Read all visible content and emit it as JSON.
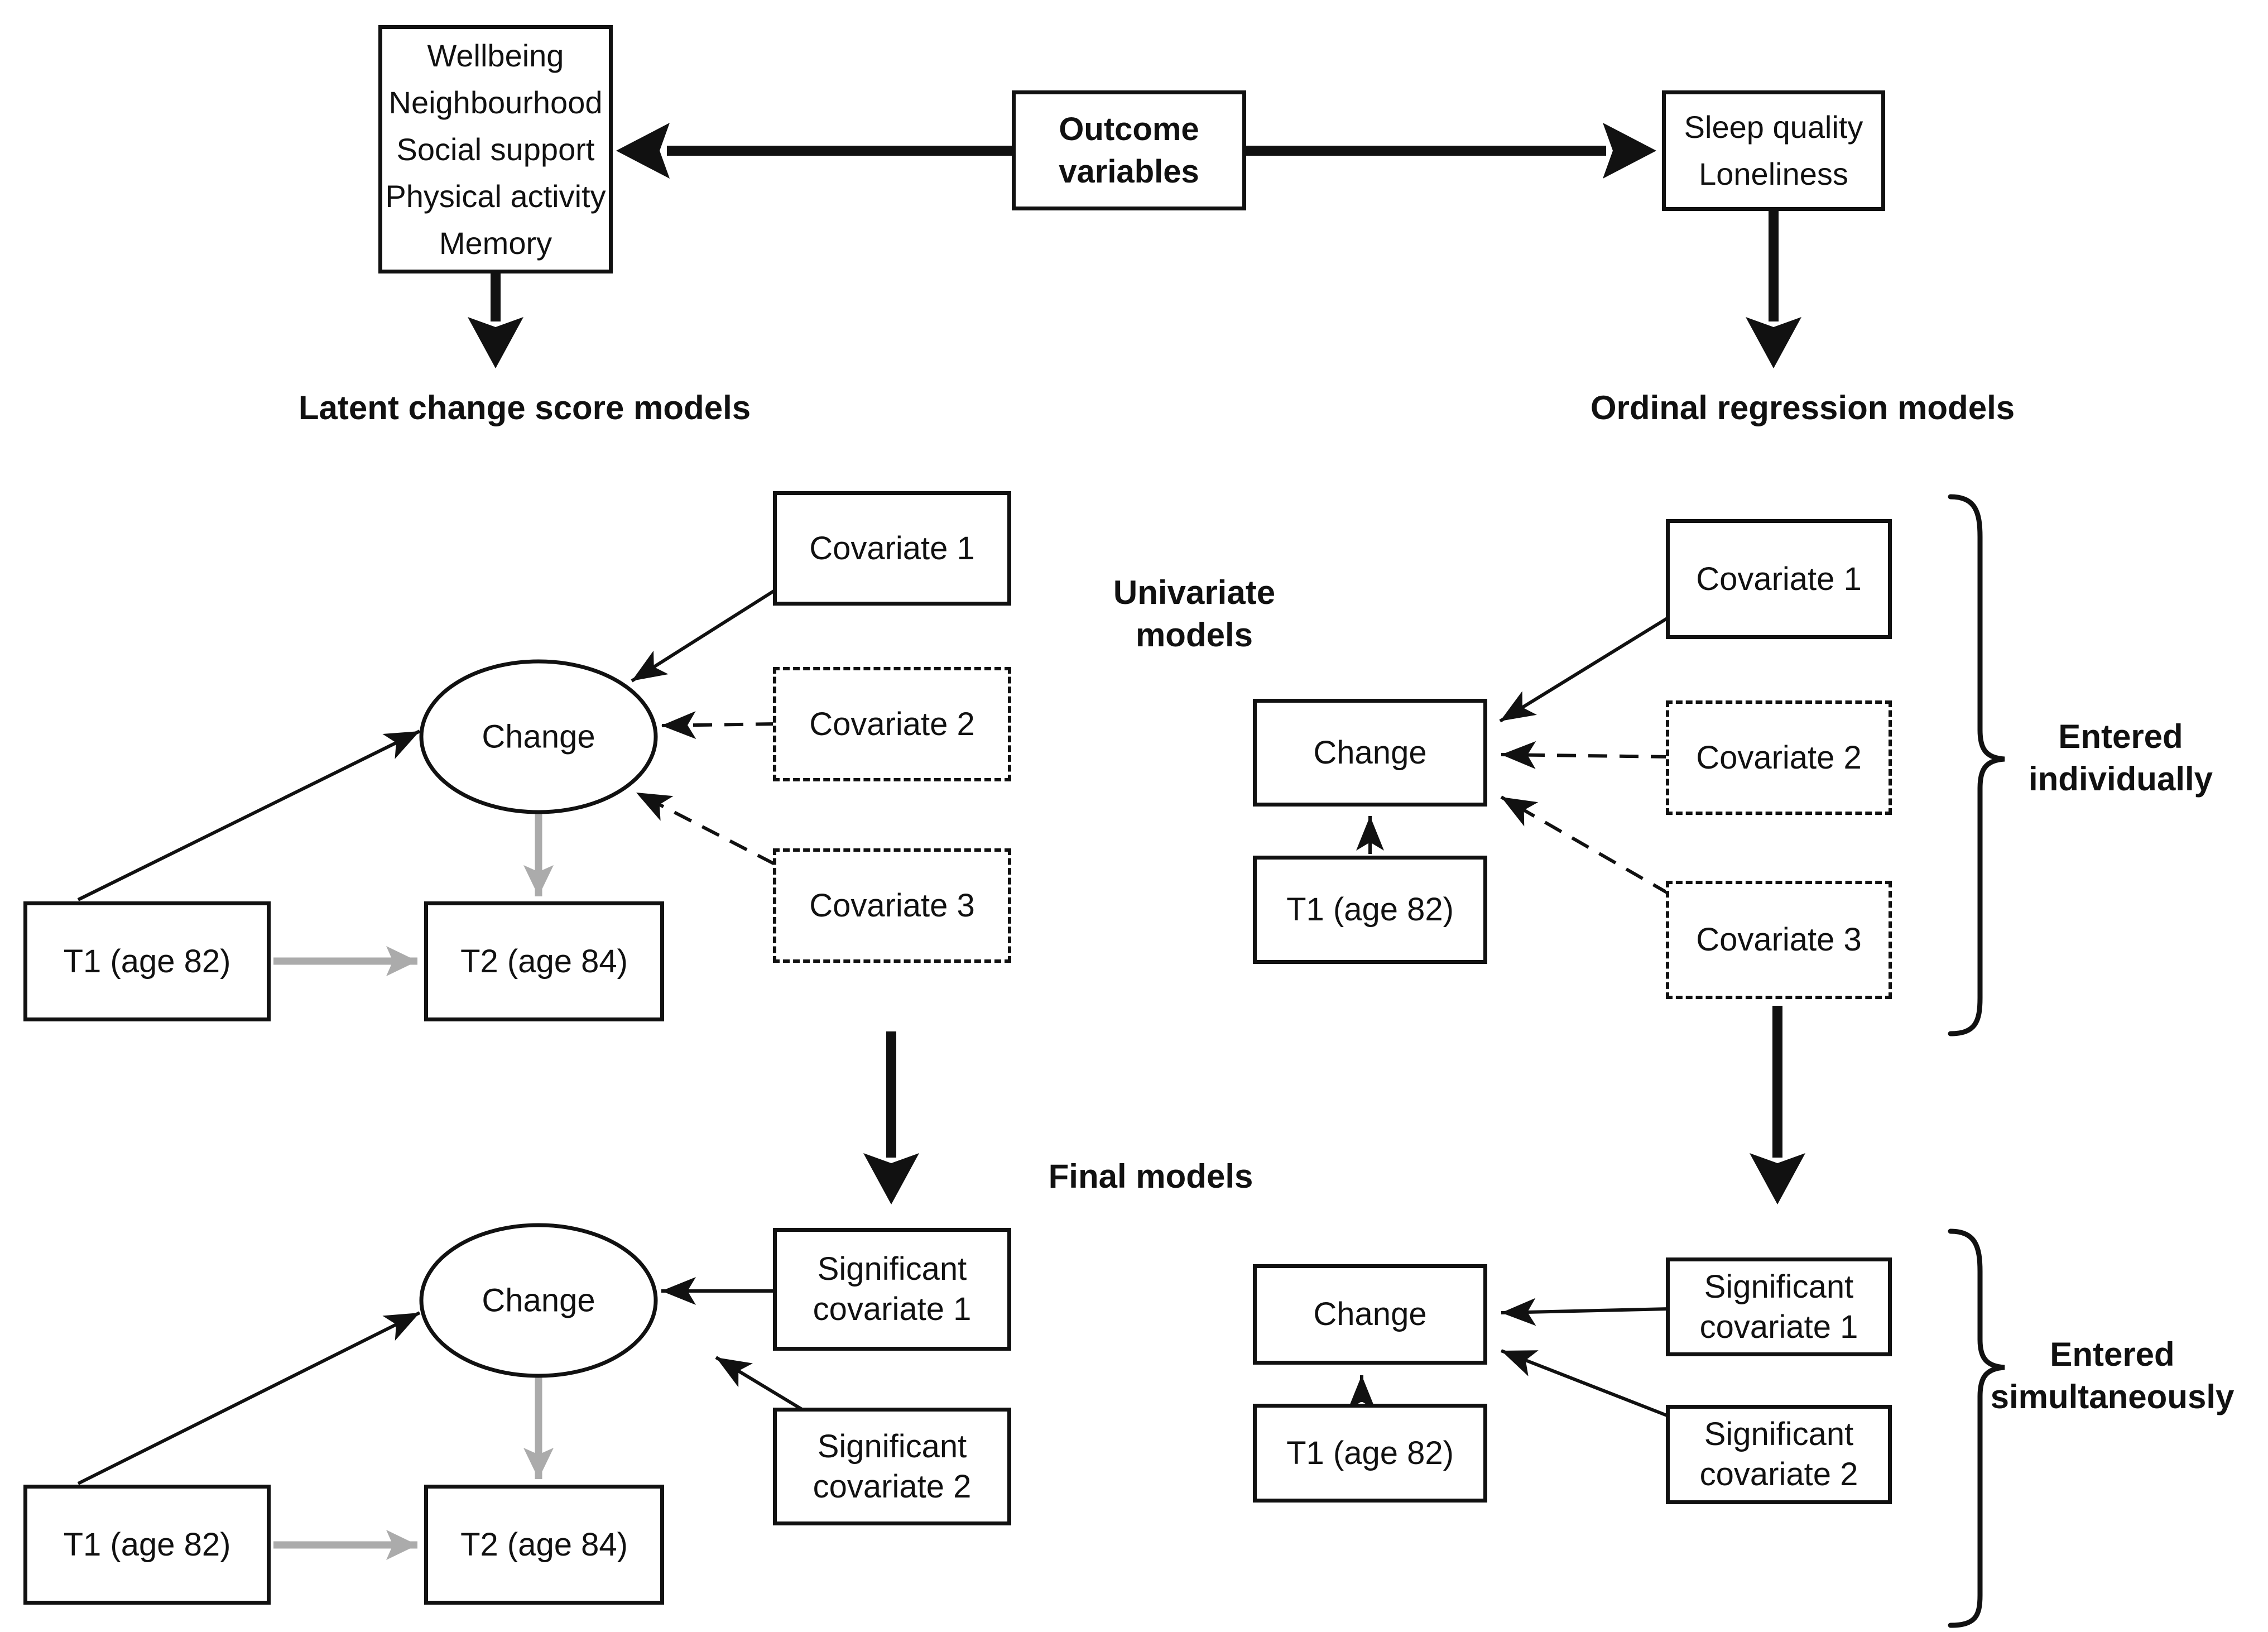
{
  "colors": {
    "ink": "#111111",
    "gray_arrow": "#ababab",
    "background": "#ffffff"
  },
  "header": {
    "outcome_box": "Outcome\nvariables",
    "lcs_outcomes_box": "Wellbeing\nNeighbourhood\nSocial support\nPhysical activity\nMemory",
    "ordinal_outcomes_box": "Sleep quality\nLoneliness",
    "lcs_label": "Latent change score models",
    "ordinal_label": "Ordinal regression models"
  },
  "section_labels": {
    "univariate": "Univariate\nmodels",
    "final": "Final models",
    "entered_individually": "Entered\nindividually",
    "entered_simultaneously": "Entered\nsimultaneously"
  },
  "lcs_univariate": {
    "change": "Change",
    "t1": "T1 (age 82)",
    "t2": "T2 (age 84)",
    "covariate1": "Covariate 1",
    "covariate2": "Covariate 2",
    "covariate3": "Covariate 3"
  },
  "lcs_final": {
    "change": "Change",
    "t1": "T1 (age 82)",
    "t2": "T2 (age 84)",
    "sig_covariate1": "Significant\ncovariate 1",
    "sig_covariate2": "Significant\ncovariate 2"
  },
  "ordinal_univariate": {
    "change": "Change",
    "t1": "T1 (age 82)",
    "covariate1": "Covariate 1",
    "covariate2": "Covariate 2",
    "covariate3": "Covariate 3"
  },
  "ordinal_final": {
    "change": "Change",
    "t1": "T1 (age 82)",
    "sig_covariate1": "Significant\ncovariate 1",
    "sig_covariate2": "Significant\ncovariate 2"
  }
}
